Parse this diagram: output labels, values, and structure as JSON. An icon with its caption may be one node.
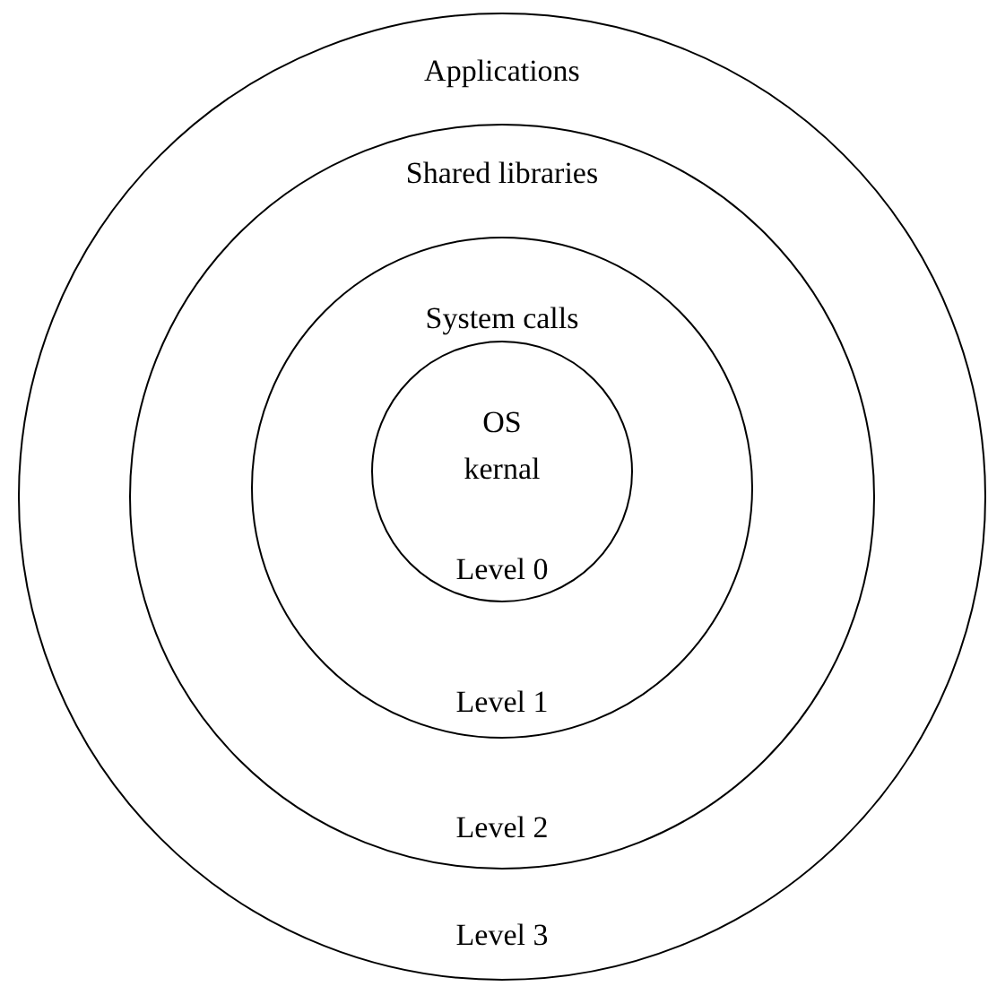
{
  "diagram": {
    "nodes": [
      {
        "text": [
          "Applications",
          "Level 3"
        ]
      },
      {
        "text": [
          "Shared libraries",
          "Level 2"
        ],
        "in": 0
      },
      {
        "text": [
          "System calls",
          "Level 1"
        ],
        "in": 1
      },
      {
        "text": [
          "OS kernal",
          "Level 0"
        ],
        "in": 2
      }
    ]
  }
}
